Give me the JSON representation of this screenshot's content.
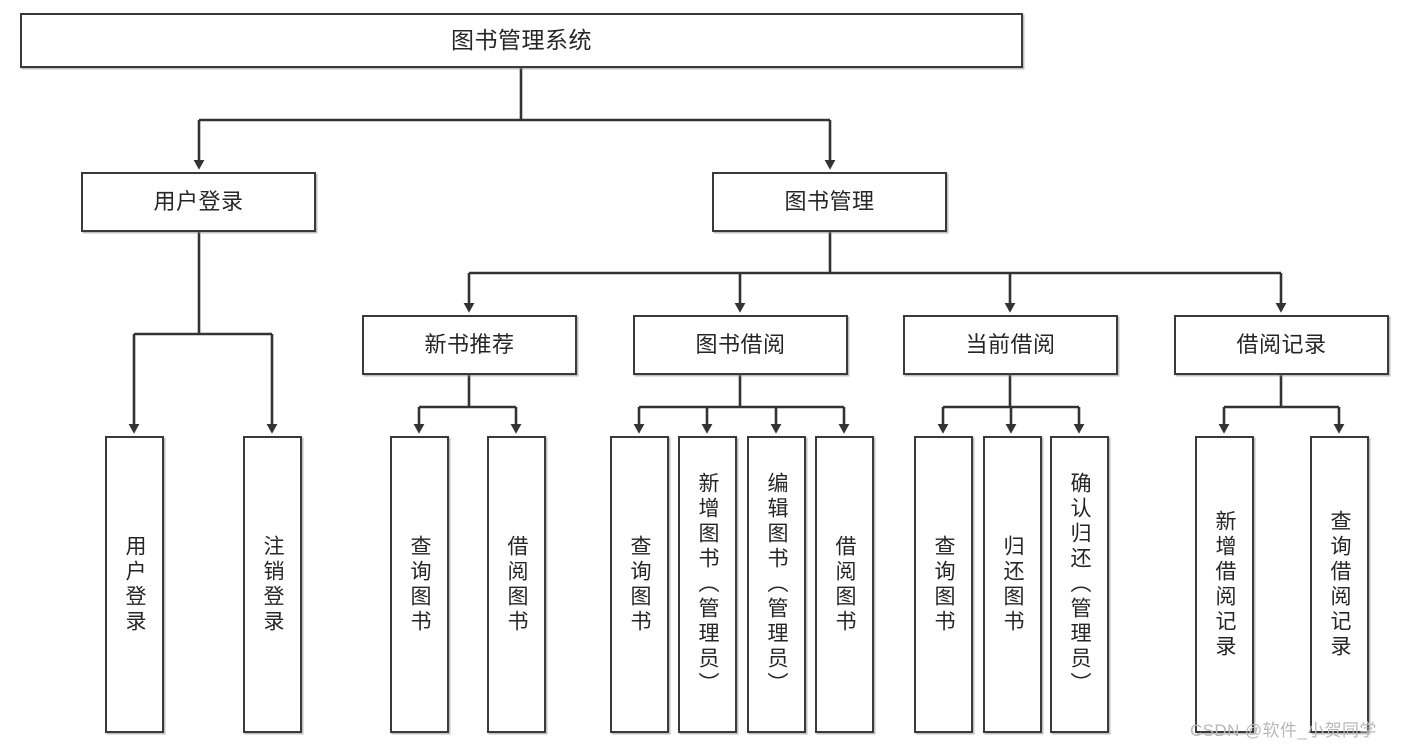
{
  "diagram": {
    "type": "tree-hierarchy",
    "title": "图书管理系统",
    "orientation": "top-down",
    "colors": {
      "box_border": "#3a3a3a",
      "box_fill": "#ffffff",
      "connector": "#333333",
      "text": "#262626",
      "watermark": "#b9b9b9",
      "background": "#ffffff"
    },
    "root": {
      "id": "root",
      "label": "图书管理系统"
    },
    "level2": [
      {
        "id": "user-login",
        "label": "用户登录"
      },
      {
        "id": "book-manage",
        "label": "图书管理"
      }
    ],
    "level3": [
      {
        "id": "new-book-recommend",
        "label": "新书推荐",
        "parent": "book-manage"
      },
      {
        "id": "book-borrow",
        "label": "图书借阅",
        "parent": "book-manage"
      },
      {
        "id": "current-borrow",
        "label": "当前借阅",
        "parent": "book-manage"
      },
      {
        "id": "borrow-record",
        "label": "借阅记录",
        "parent": "book-manage"
      }
    ],
    "leaves": [
      {
        "id": "leaf-user-login",
        "label": "用户登录",
        "parent": "user-login"
      },
      {
        "id": "leaf-logout",
        "label": "注销登录",
        "parent": "user-login"
      },
      {
        "id": "leaf-query-book-1",
        "label": "查询图书",
        "parent": "new-book-recommend"
      },
      {
        "id": "leaf-borrow-book-1",
        "label": "借阅图书",
        "parent": "new-book-recommend"
      },
      {
        "id": "leaf-query-book-2",
        "label": "查询图书",
        "parent": "book-borrow"
      },
      {
        "id": "leaf-add-book",
        "label": "新增图书（管理员）",
        "parent": "book-borrow"
      },
      {
        "id": "leaf-edit-book",
        "label": "编辑图书（管理员）",
        "parent": "book-borrow"
      },
      {
        "id": "leaf-borrow-book-2",
        "label": "借阅图书",
        "parent": "book-borrow"
      },
      {
        "id": "leaf-query-book-3",
        "label": "查询图书",
        "parent": "current-borrow"
      },
      {
        "id": "leaf-return-book",
        "label": "归还图书",
        "parent": "current-borrow"
      },
      {
        "id": "leaf-confirm-return",
        "label": "确认归还（管理员）",
        "parent": "current-borrow"
      },
      {
        "id": "leaf-add-record",
        "label": "新增借阅记录",
        "parent": "borrow-record"
      },
      {
        "id": "leaf-query-record",
        "label": "查询借阅记录",
        "parent": "borrow-record"
      }
    ]
  },
  "watermark": {
    "text": "CSDN @软件_小贺同学"
  }
}
